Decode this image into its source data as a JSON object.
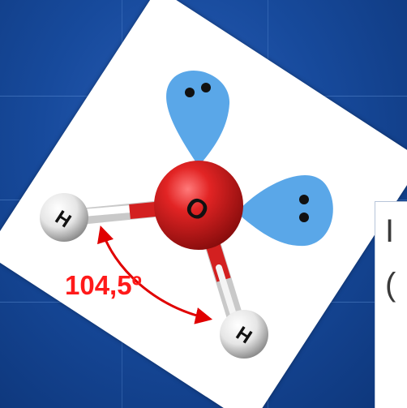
{
  "angle_label": "104,5º",
  "atoms": [
    {
      "element": "O",
      "color": "#d91e1e"
    },
    {
      "element": "H",
      "color": "#f0f0f0"
    },
    {
      "element": "H",
      "color": "#f0f0f0"
    }
  ],
  "lone_pairs": 2,
  "colors": {
    "background": "#174a9c",
    "lone_pair": "#5aa7e8",
    "angle": "#e00000",
    "card": "#ffffff"
  },
  "side_panel": {
    "line1": "I",
    "line2": "("
  }
}
